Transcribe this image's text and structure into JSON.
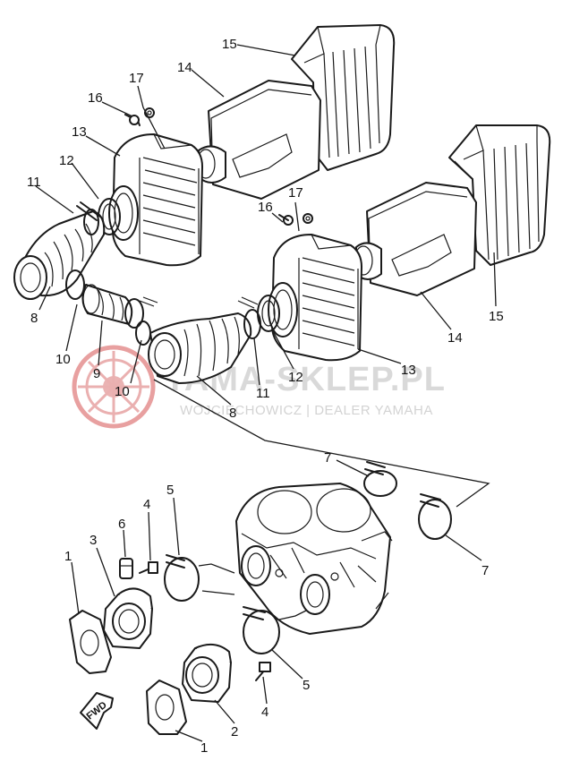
{
  "watermark": {
    "brand": "YAMA-SKLEP.PL",
    "subtitle": "WOJCIECHOWICZ | DEALER YAMAHA",
    "logo_color": "#e8a0a0"
  },
  "fwd_label": "FWD",
  "callouts": [
    {
      "id": "c15a",
      "text": "15"
    },
    {
      "id": "c14a",
      "text": "14"
    },
    {
      "id": "c17a",
      "text": "17"
    },
    {
      "id": "c16a",
      "text": "16"
    },
    {
      "id": "c13a",
      "text": "13"
    },
    {
      "id": "c12a",
      "text": "12"
    },
    {
      "id": "c11a",
      "text": "11"
    },
    {
      "id": "c8a",
      "text": "8"
    },
    {
      "id": "c10a",
      "text": "10"
    },
    {
      "id": "c9",
      "text": "9"
    },
    {
      "id": "c10b",
      "text": "10"
    },
    {
      "id": "c8b",
      "text": "8"
    },
    {
      "id": "c11b",
      "text": "11"
    },
    {
      "id": "c12b",
      "text": "12"
    },
    {
      "id": "c13b",
      "text": "13"
    },
    {
      "id": "c14b",
      "text": "14"
    },
    {
      "id": "c15b",
      "text": "15"
    },
    {
      "id": "c17b",
      "text": "17"
    },
    {
      "id": "c16b",
      "text": "16"
    },
    {
      "id": "c7a",
      "text": "7"
    },
    {
      "id": "c7b",
      "text": "7"
    },
    {
      "id": "c5a",
      "text": "5"
    },
    {
      "id": "c6",
      "text": "6"
    },
    {
      "id": "c4a",
      "text": "4"
    },
    {
      "id": "c3",
      "text": "3"
    },
    {
      "id": "c1a",
      "text": "1"
    },
    {
      "id": "c5b",
      "text": "5"
    },
    {
      "id": "c4b",
      "text": "4"
    },
    {
      "id": "c2",
      "text": "2"
    },
    {
      "id": "c1b",
      "text": "1"
    }
  ]
}
